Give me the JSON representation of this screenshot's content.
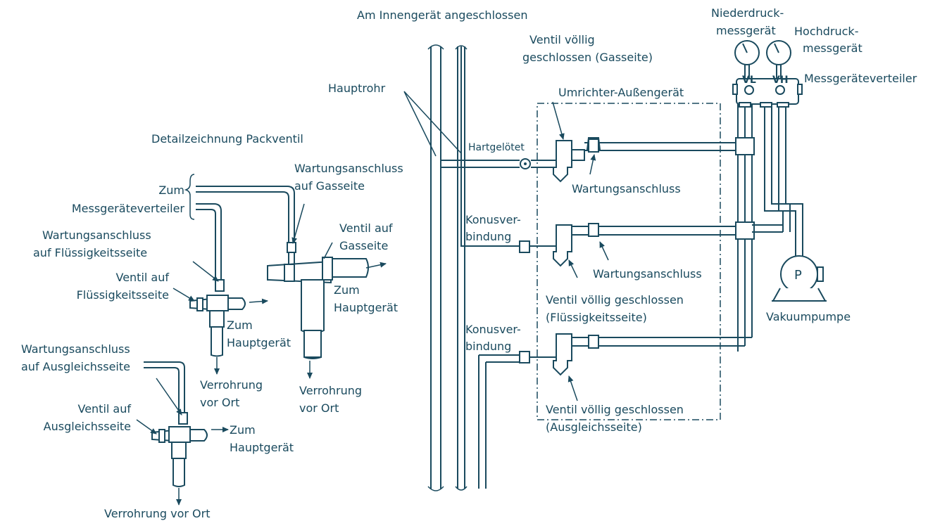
{
  "labels": {
    "indoor": "Am Innengerät angeschlossen",
    "main_pipe": "Hauptrohr",
    "detail_title": "Detailzeichnung Packventil",
    "to_manifold_1": "Zum",
    "to_manifold_2": "Messgeräteverteiler",
    "svc_gas_1": "Wartungsanschluss",
    "svc_gas_2": "auf Gasseite",
    "valve_gas_1": "Ventil auf",
    "valve_gas_2": "Gasseite",
    "svc_liq_1": "Wartungsanschluss",
    "svc_liq_2": "auf Flüssigkeitsseite",
    "valve_liq_1": "Ventil auf",
    "valve_liq_2": "Flüssigkeitsseite",
    "to_main_a_1": "Zum",
    "to_main_a_2": "Hauptgerät",
    "to_main_b_1": "Zum",
    "to_main_b_2": "Hauptgerät",
    "field_piping_a_1": "Verrohrung",
    "field_piping_a_2": "vor Ort",
    "field_piping_b_1": "Verrohrung",
    "field_piping_b_2": "vor Ort",
    "svc_bal_1": "Wartungsanschluss",
    "svc_bal_2": "auf Ausgleichsseite",
    "valve_bal_1": "Ventil auf",
    "valve_bal_2": "Ausgleichsseite",
    "to_main_c_1": "Zum",
    "to_main_c_2": "Hauptgerät",
    "field_piping_c": "Verrohrung vor Ort",
    "brazed": "Hartgelötet",
    "flare_1a": "Konusver-",
    "flare_1b": "bindung",
    "flare_2a": "Konusver-",
    "flare_2b": "bindung",
    "valve_closed_gas_1": "Ventil völlig",
    "valve_closed_gas_2": "geschlossen (Gasseite)",
    "outdoor_unit": "Umrichter-Außengerät",
    "svc_port_1": "Wartungsanschluss",
    "svc_port_2": "Wartungsanschluss",
    "valve_closed_liq_1": "Ventil völlig geschlossen",
    "valve_closed_liq_2": "(Flüssigkeitsseite)",
    "valve_closed_bal_1": "Ventil völlig geschlossen",
    "valve_closed_bal_2": "(Ausgleichsseite)",
    "low_gauge_1": "Niederdruck-",
    "low_gauge_2": "messgerät",
    "high_gauge_1": "Hochdruck-",
    "high_gauge_2": "messgerät",
    "manifold": "Messgeräteverteiler",
    "vl": "VL",
    "vh": "VH",
    "pump_letter": "P",
    "vacuum_pump": "Vakuumpumpe"
  },
  "colors": {
    "line": "#1a4a5e",
    "background": "#ffffff"
  }
}
